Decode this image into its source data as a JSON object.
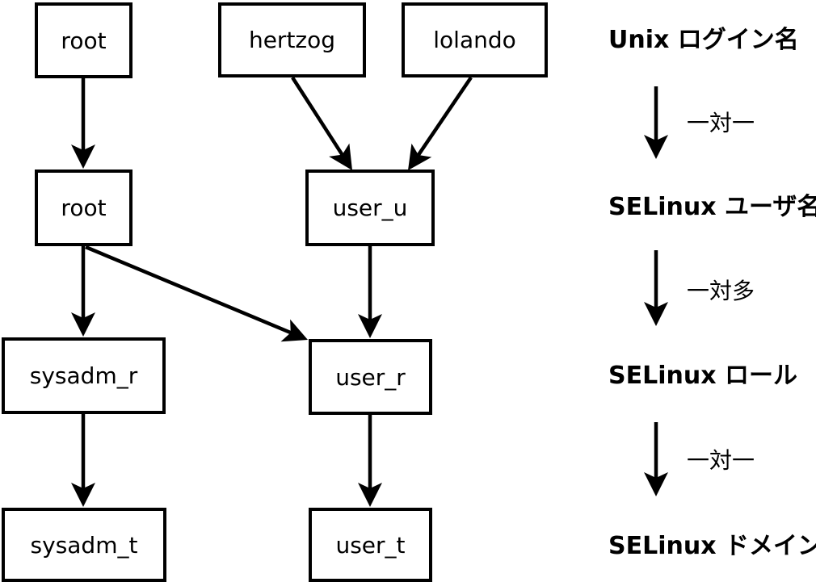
{
  "diagram": {
    "description_colors": {
      "line": "#000000",
      "background": "#ffffff",
      "text": "#000000"
    },
    "nodes": {
      "unix_root": "root",
      "hertzog": "hertzog",
      "lolando": "lolando",
      "selinux_root": "root",
      "user_u": "user_u",
      "sysadm_r": "sysadm_r",
      "user_r": "user_r",
      "sysadm_t": "sysadm_t",
      "user_t": "user_t"
    },
    "edges": [
      {
        "from": "root (Unix)",
        "to": "root (SELinux)"
      },
      {
        "from": "hertzog",
        "to": "user_u"
      },
      {
        "from": "lolando",
        "to": "user_u"
      },
      {
        "from": "root (SELinux)",
        "to": "sysadm_r"
      },
      {
        "from": "root (SELinux)",
        "to": "user_r"
      },
      {
        "from": "user_u",
        "to": "user_r"
      },
      {
        "from": "sysadm_r",
        "to": "sysadm_t"
      },
      {
        "from": "user_r",
        "to": "user_t"
      }
    ],
    "legend": {
      "level1": "Unix ログイン名",
      "rel1": "一対一",
      "level2": "SELinux ユーザ名",
      "rel2": "一対多",
      "level3": "SELinux ロール",
      "rel3": "一対一",
      "level4": "SELinux ドメイン"
    }
  }
}
